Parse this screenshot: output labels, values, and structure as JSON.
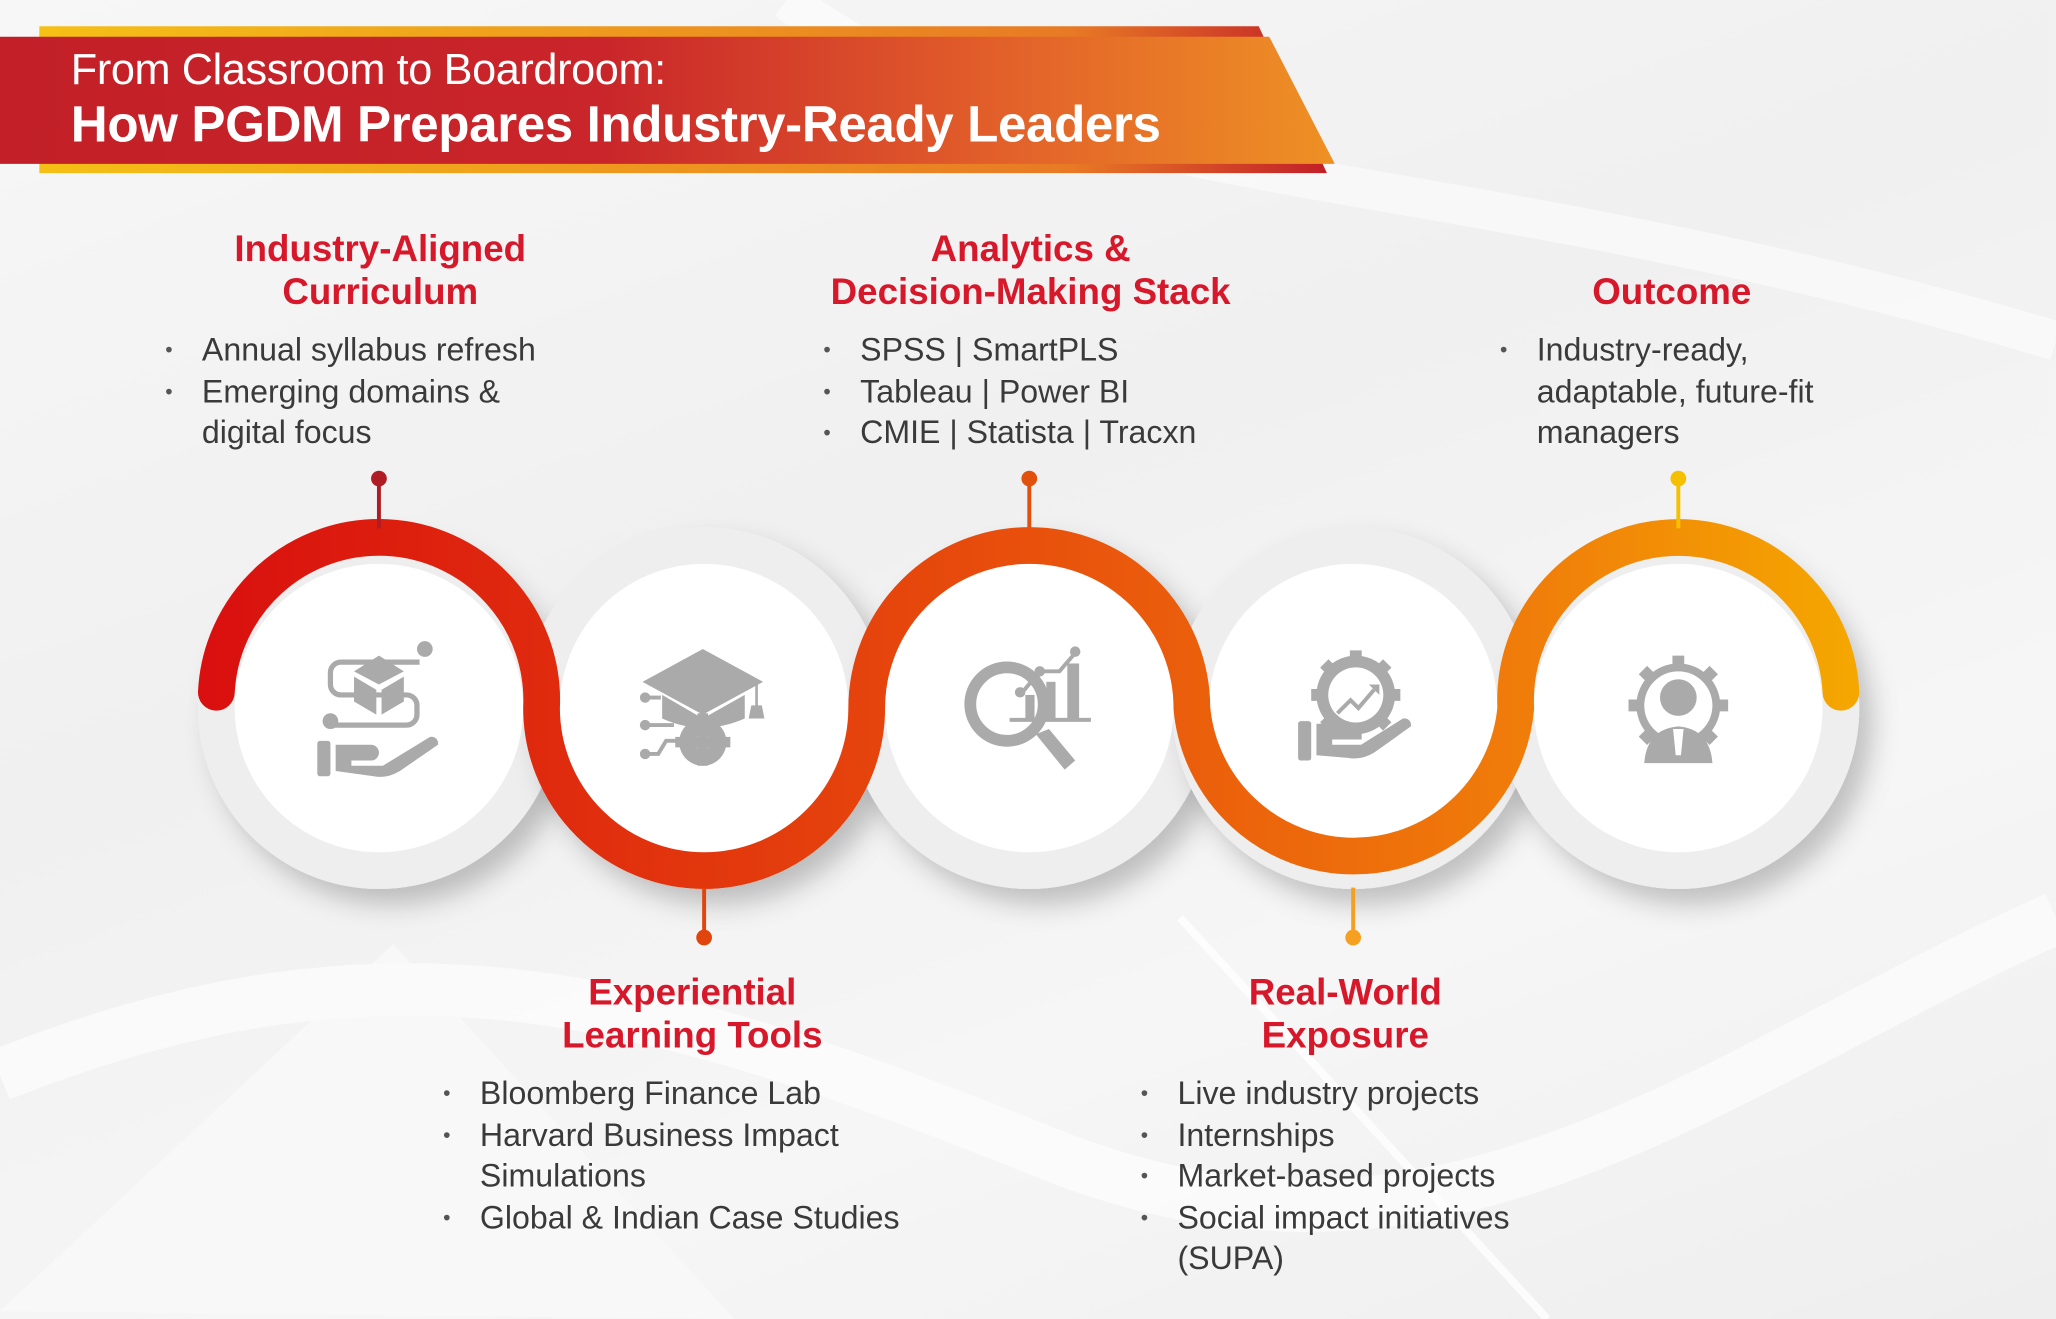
{
  "header": {
    "title_line1": "From Classroom to Boardroom:",
    "title_line2": "How PGDM Prepares Industry-Ready Leaders"
  },
  "stages": [
    {
      "heading": [
        "Industry-Aligned",
        "Curriculum"
      ],
      "icon": "hand-cube-process-icon",
      "bullets": [
        "Annual syllabus refresh",
        "Emerging domains &",
        "digital focus"
      ],
      "dot_color": "#b01c24"
    },
    {
      "heading": [
        "Experiential",
        "Learning Tools"
      ],
      "icon": "graduation-cap-gear-icon",
      "bullets": [
        "Bloomberg Finance Lab",
        "Harvard Business Impact",
        "Simulations",
        "Global & Indian Case Studies"
      ],
      "dot_color": "#e0450e"
    },
    {
      "heading": [
        "Analytics &",
        "Decision-Making Stack"
      ],
      "icon": "analytics-magnifier-icon",
      "bullets": [
        "SPSS | SmartPLS",
        "Tableau | Power BI",
        "CMIE | Statista | Tracxn"
      ],
      "dot_color": "#e2500d"
    },
    {
      "heading": [
        "Real-World",
        "Exposure"
      ],
      "icon": "hand-gear-growth-icon",
      "bullets": [
        "Live industry projects",
        "Internships",
        "Market-based projects",
        "Social impact initiatives",
        "(SUPA)"
      ],
      "dot_color": "#f5a020"
    },
    {
      "heading": [
        "Outcome"
      ],
      "icon": "manager-gear-icon",
      "bullets": [
        "Industry-ready,",
        "adaptable, future-fit",
        "managers"
      ],
      "dot_color": "#f5c000"
    }
  ],
  "colors": {
    "heading": "#d7182a",
    "wave_start": "#d90f0f",
    "wave_mid": "#e8570c",
    "wave_end": "#f5a300",
    "icon": "#aaaaaa"
  }
}
